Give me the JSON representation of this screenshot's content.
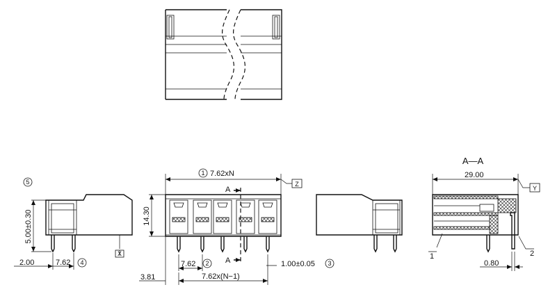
{
  "section_title": "A—A",
  "section_mark_top": "A",
  "section_mark_bottom": "A",
  "front_view": {
    "dim_width": "7.62xN",
    "dim_width_ref": "1",
    "dim_height": "14.30",
    "dim_pitch": "7.62",
    "dim_pitch_ref": "2",
    "dim_pin": "1.00±0.05",
    "dim_pin_ref": "3",
    "dim_edge": "3.81",
    "dim_span": "7.62x(N−1)",
    "datum": "Z"
  },
  "left_view": {
    "dim_pin_len": "5.00±0.30",
    "dim_pin_len_ref": "5",
    "dim_offset": "2.00",
    "dim_row": "7.62",
    "dim_row_ref": "4",
    "datum": "X"
  },
  "section_view": {
    "dim_length": "29.00",
    "dim_tail": "0.80",
    "datum": "Y",
    "callout_1": "1",
    "callout_2": "2"
  }
}
